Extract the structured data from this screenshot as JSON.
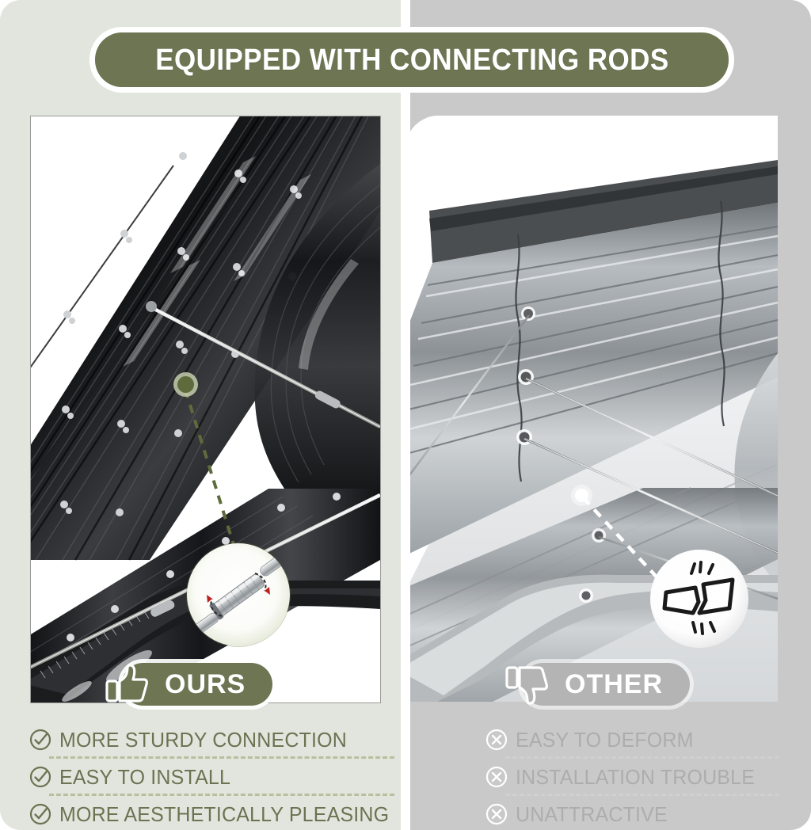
{
  "header": {
    "banner_title": "EQUIPPED WITH CONNECTING RODS",
    "banner_bg": "#6d7553",
    "banner_text_color": "#ffffff"
  },
  "theme": {
    "accent_olive": "#6d7553",
    "olive_text": "#6b7352",
    "left_bg": "#e2e5dd",
    "right_bg": "#c9c9c9",
    "gray_badge": "#b4b4b4",
    "gray_text": "#adadad",
    "dashed_left": "#b7c09c",
    "dashed_right": "#d0d0d0"
  },
  "comparison": {
    "ours": {
      "badge_label": "OURS",
      "badge_icon": "thumbs-up-icon",
      "photo_alt": "Dark corrugated metal raised garden bed with steel connecting rods",
      "callout_icon": "turnbuckle-connector-icon",
      "marker_color": "#5f6b3c",
      "bullets": [
        {
          "icon": "check-circle-icon",
          "label": "MORE STURDY CONNECTION"
        },
        {
          "icon": "check-circle-icon",
          "label": "EASY TO INSTALL"
        },
        {
          "icon": "check-circle-icon",
          "label": "MORE AESTHETICALLY PLEASING"
        }
      ]
    },
    "other": {
      "badge_label": "OTHER",
      "badge_icon": "thumbs-down-icon",
      "photo_alt": "Silver galvanized raised garden bed with thin wire rods",
      "callout_icon": "broken-panel-icon",
      "marker_color": "#ffffff",
      "bullets": [
        {
          "icon": "x-circle-icon",
          "label": "EASY TO DEFORM"
        },
        {
          "icon": "x-circle-icon",
          "label": "INSTALLATION TROUBLE"
        },
        {
          "icon": "x-circle-icon",
          "label": "UNATTRACTIVE"
        }
      ]
    }
  }
}
